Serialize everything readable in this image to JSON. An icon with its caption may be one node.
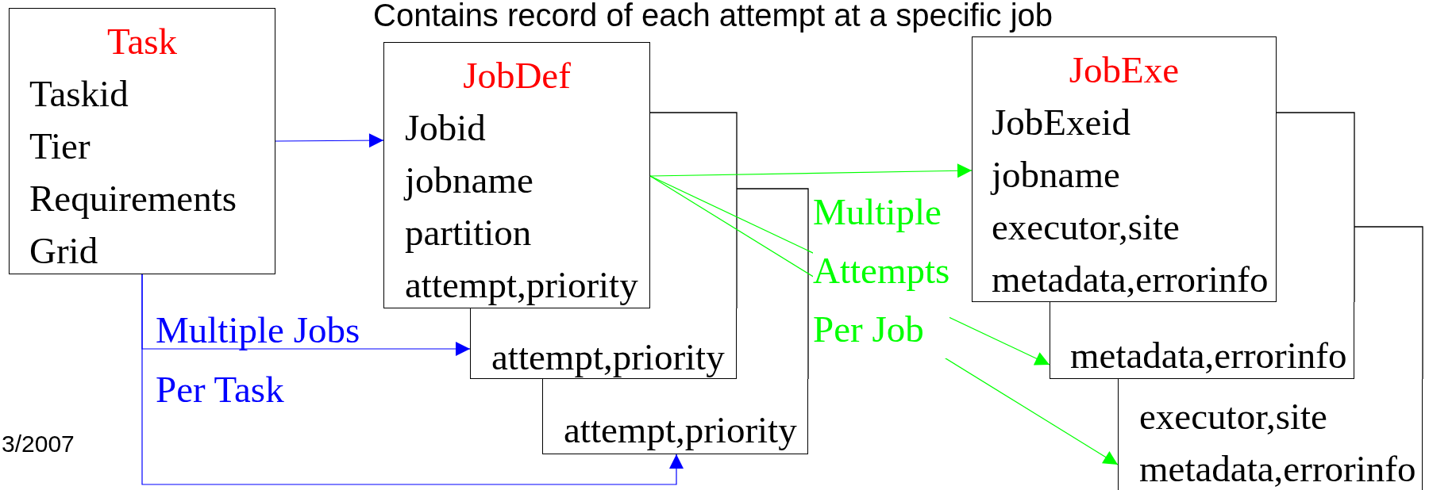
{
  "diagram": {
    "nodes": [
      {
        "text": [
          "Task",
          "Taskid",
          "Tier",
          "Requirements",
          "Grid"
        ]
      },
      {
        "text": [
          "attempt,priority"
        ]
      },
      {
        "text": [
          "attempt,priority"
        ]
      },
      {
        "text": [
          "JobDef",
          "Jobid",
          "jobname",
          "partition",
          "attempt,priority"
        ]
      },
      {
        "text": [
          "executor,site",
          "metadata,errorinfo"
        ]
      },
      {
        "text": [
          "metadata,errorinfo"
        ]
      },
      {
        "text": [
          "JobExe",
          "JobExeid",
          "jobname",
          "executor,site",
          "metadata,errorinfo"
        ]
      }
    ],
    "edges": [
      {
        "from": 0,
        "to": 3,
        "arrow": "to",
        "color": "#0000ff"
      },
      {
        "from": 0,
        "to": 1,
        "arrow": "to",
        "color": "#0000ff",
        "label": "Multiple Jobs Per Task"
      },
      {
        "from": 0,
        "to": 2,
        "arrow": "to",
        "color": "#0000ff"
      },
      {
        "from": 3,
        "to": 6,
        "arrow": "to",
        "color": "#00ff00"
      },
      {
        "from": 3,
        "to": 5,
        "arrow": "to",
        "color": "#00ff00",
        "label": "Multiple Attempts Per Job"
      },
      {
        "from": 3,
        "to": 4,
        "arrow": "to",
        "color": "#00ff00"
      }
    ],
    "labels": [
      "Contains record of each attempt at a specific job",
      "3/2007"
    ]
  }
}
